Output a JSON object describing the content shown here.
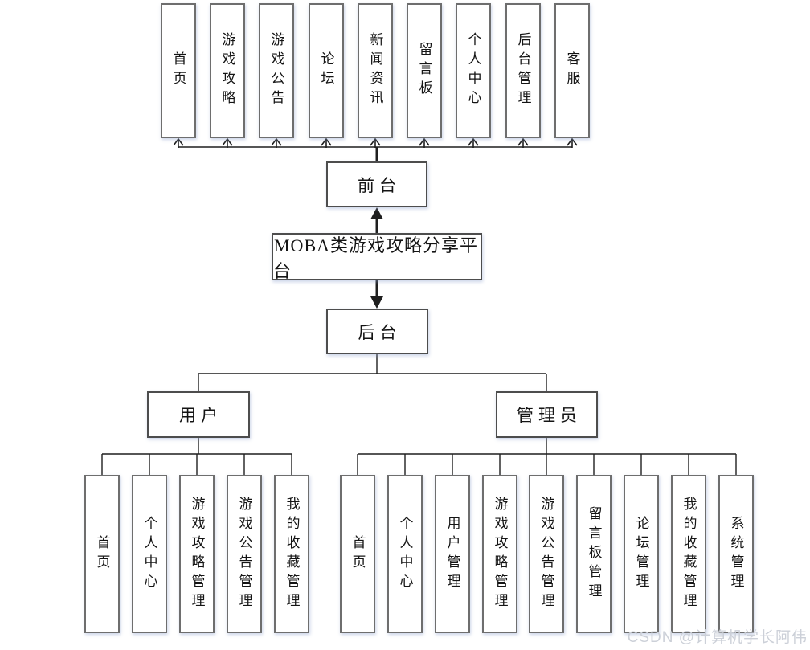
{
  "title": "MOBA类游戏攻略分享平台",
  "front": {
    "label": "前台",
    "items": [
      "首页",
      "游戏攻略",
      "游戏公告",
      "论坛",
      "新闻资讯",
      "留言板",
      "个人中心",
      "后台管理",
      "客服"
    ]
  },
  "back": {
    "label": "后台"
  },
  "user": {
    "label": "用户",
    "items": [
      "首页",
      "个人中心",
      "游戏攻略管理",
      "游戏公告管理",
      "我的收藏管理"
    ]
  },
  "admin": {
    "label": "管理员",
    "items": [
      "首页",
      "个人中心",
      "用户管理",
      "游戏攻略管理",
      "游戏公告管理",
      "留言板管理",
      "论坛管理",
      "我的收藏管理",
      "系统管理"
    ]
  },
  "watermark": "CSDN @计算机学长阿伟",
  "colors": {
    "line": "#1f1f1f",
    "box_border": "#6e6e6e",
    "watermark": "#ccd0d8"
  }
}
